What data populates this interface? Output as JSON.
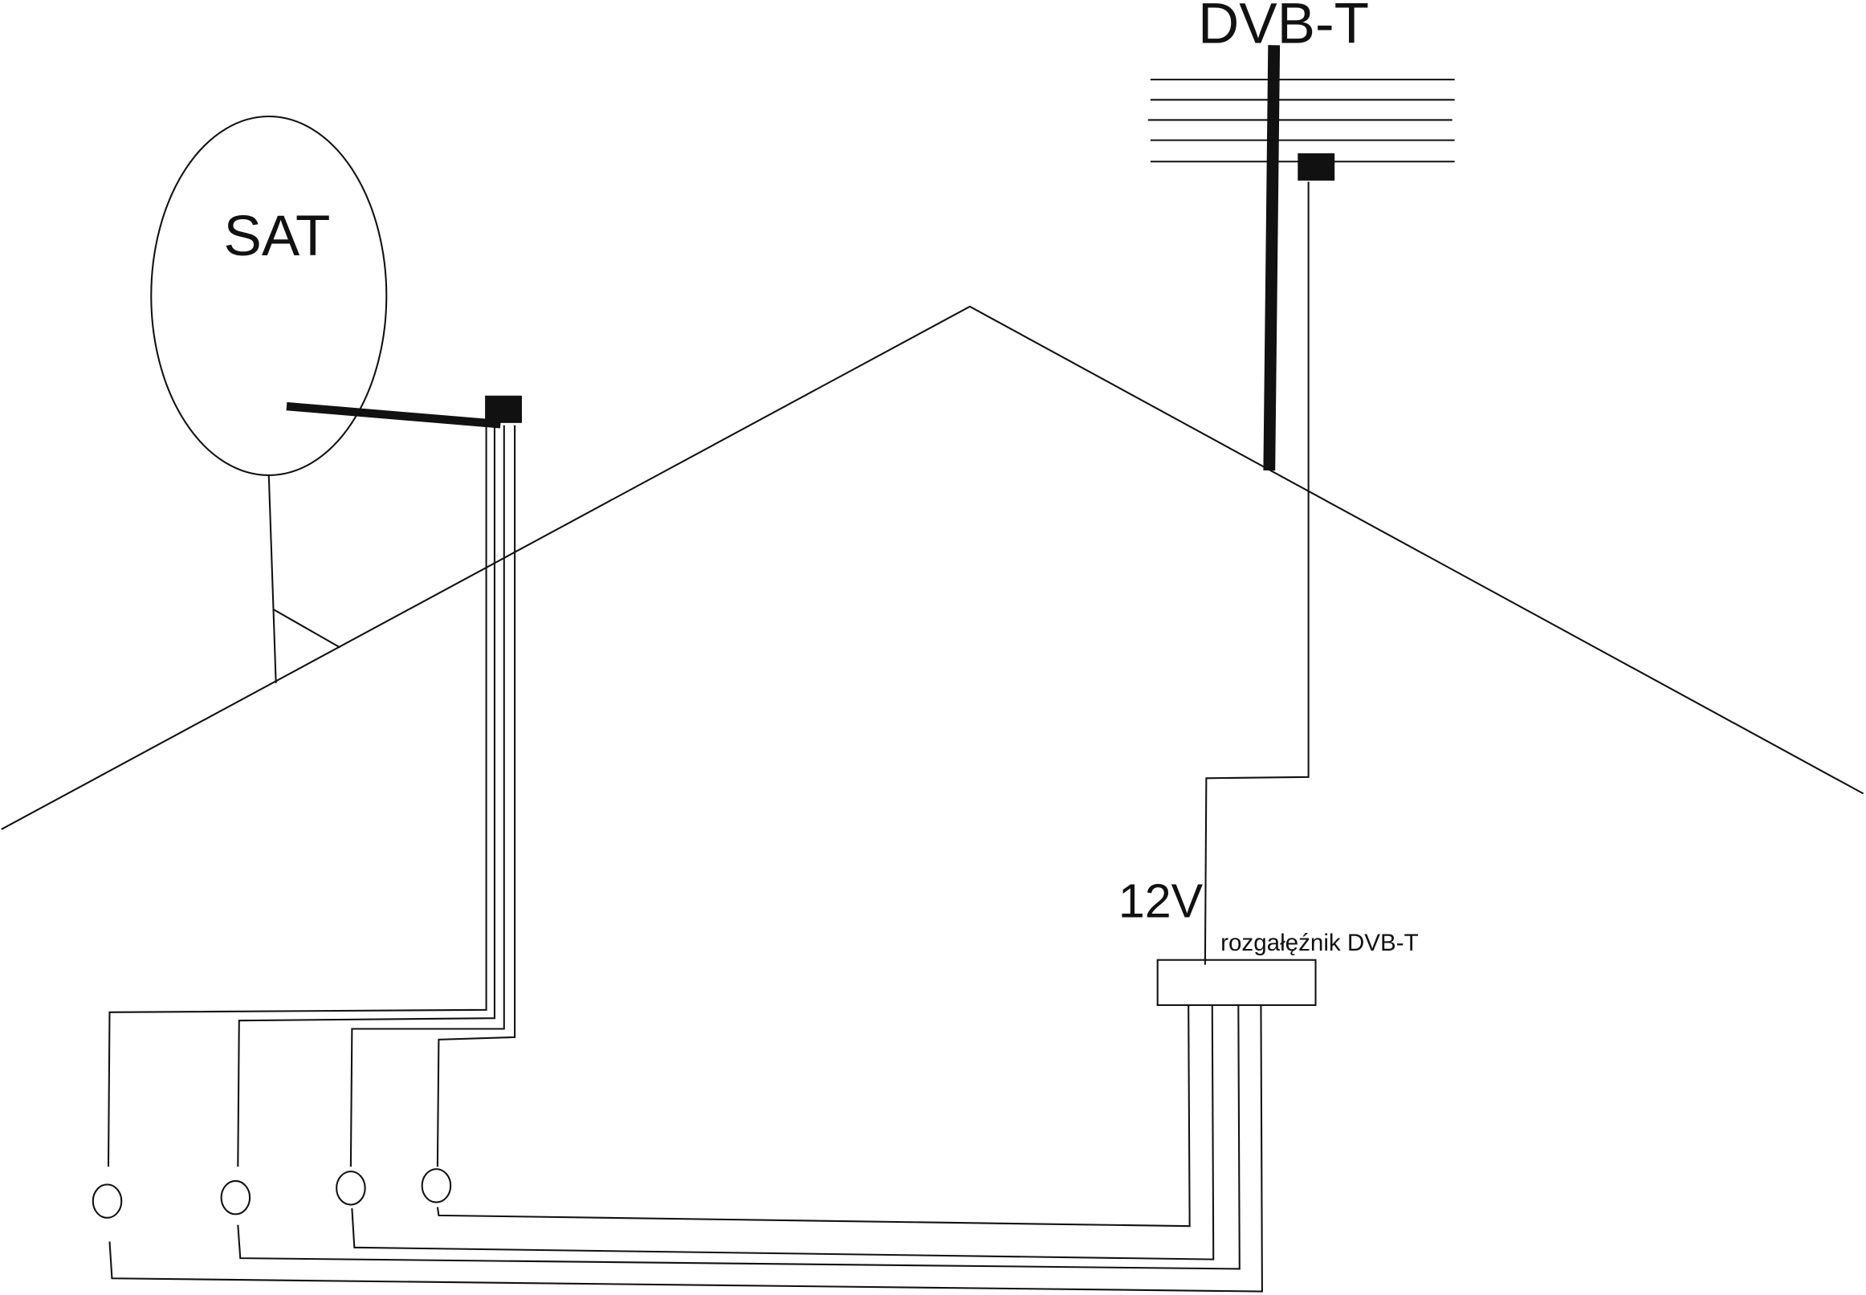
{
  "labels": {
    "sat": "SAT",
    "dvbt": "DVB-T",
    "voltage": "12V",
    "splitter": "rozgałęźnik DVB-T"
  },
  "colors": {
    "line": "#111111",
    "background": "#ffffff"
  },
  "sat_cable_count": 4,
  "dvbt_output_count": 4,
  "socket_count": 4
}
